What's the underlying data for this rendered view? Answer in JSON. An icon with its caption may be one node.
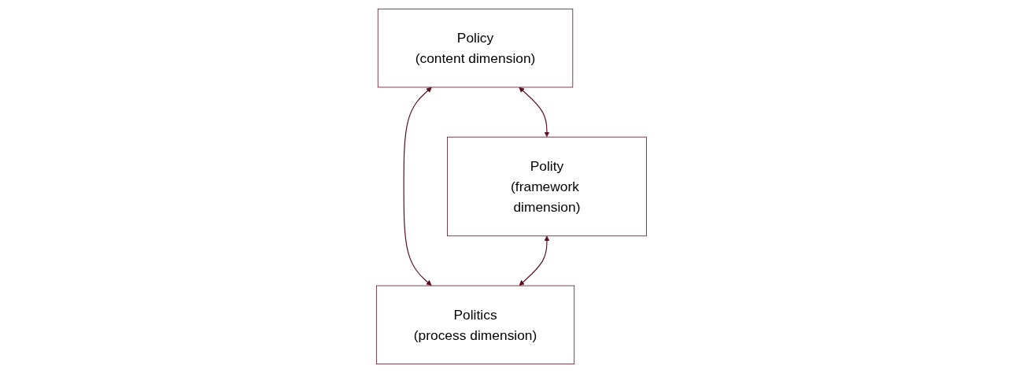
{
  "diagram": {
    "nodes": [
      {
        "text": [
          "Policy",
          "(content dimension)"
        ]
      },
      {
        "text": [
          "Politics",
          "(process dimension)"
        ]
      },
      {
        "text": [
          "Polity",
          "(framework dimension)"
        ]
      }
    ],
    "edges": [
      {
        "from": 1,
        "to": 0,
        "arrow": "both"
      },
      {
        "from": 2,
        "to": 0,
        "arrow": "both"
      },
      {
        "from": 1,
        "to": 2,
        "arrow": "both"
      }
    ]
  }
}
